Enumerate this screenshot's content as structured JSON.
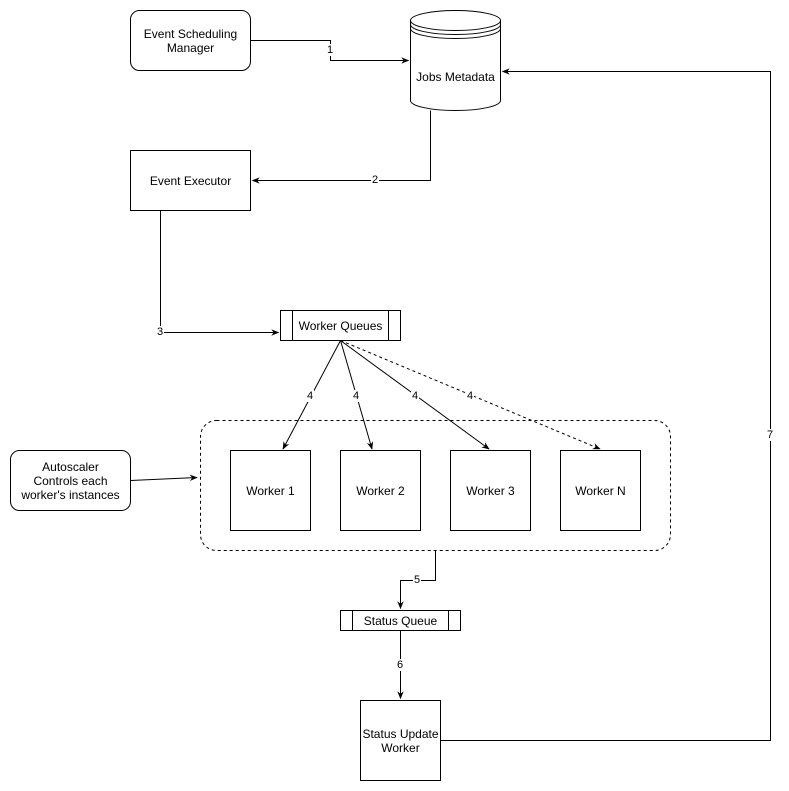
{
  "nodes": {
    "event_scheduling_manager": "Event Scheduling\nManager",
    "jobs_metadata": "Jobs Metadata",
    "event_executor": "Event Executor",
    "worker_queues": "Worker Queues",
    "autoscaler": "Autoscaler\nControls each\nworker's instances",
    "worker_1": "Worker 1",
    "worker_2": "Worker 2",
    "worker_3": "Worker 3",
    "worker_n": "Worker N",
    "status_queue": "Status Queue",
    "status_update_worker": "Status Update\nWorker"
  },
  "edges": {
    "e1": "1",
    "e2": "2",
    "e3": "3",
    "e4a": "4",
    "e4b": "4",
    "e4c": "4",
    "e4d": "4",
    "e5": "5",
    "e6": "6",
    "e7": "7"
  },
  "colors": {
    "stroke": "#000000",
    "fill": "#ffffff"
  }
}
